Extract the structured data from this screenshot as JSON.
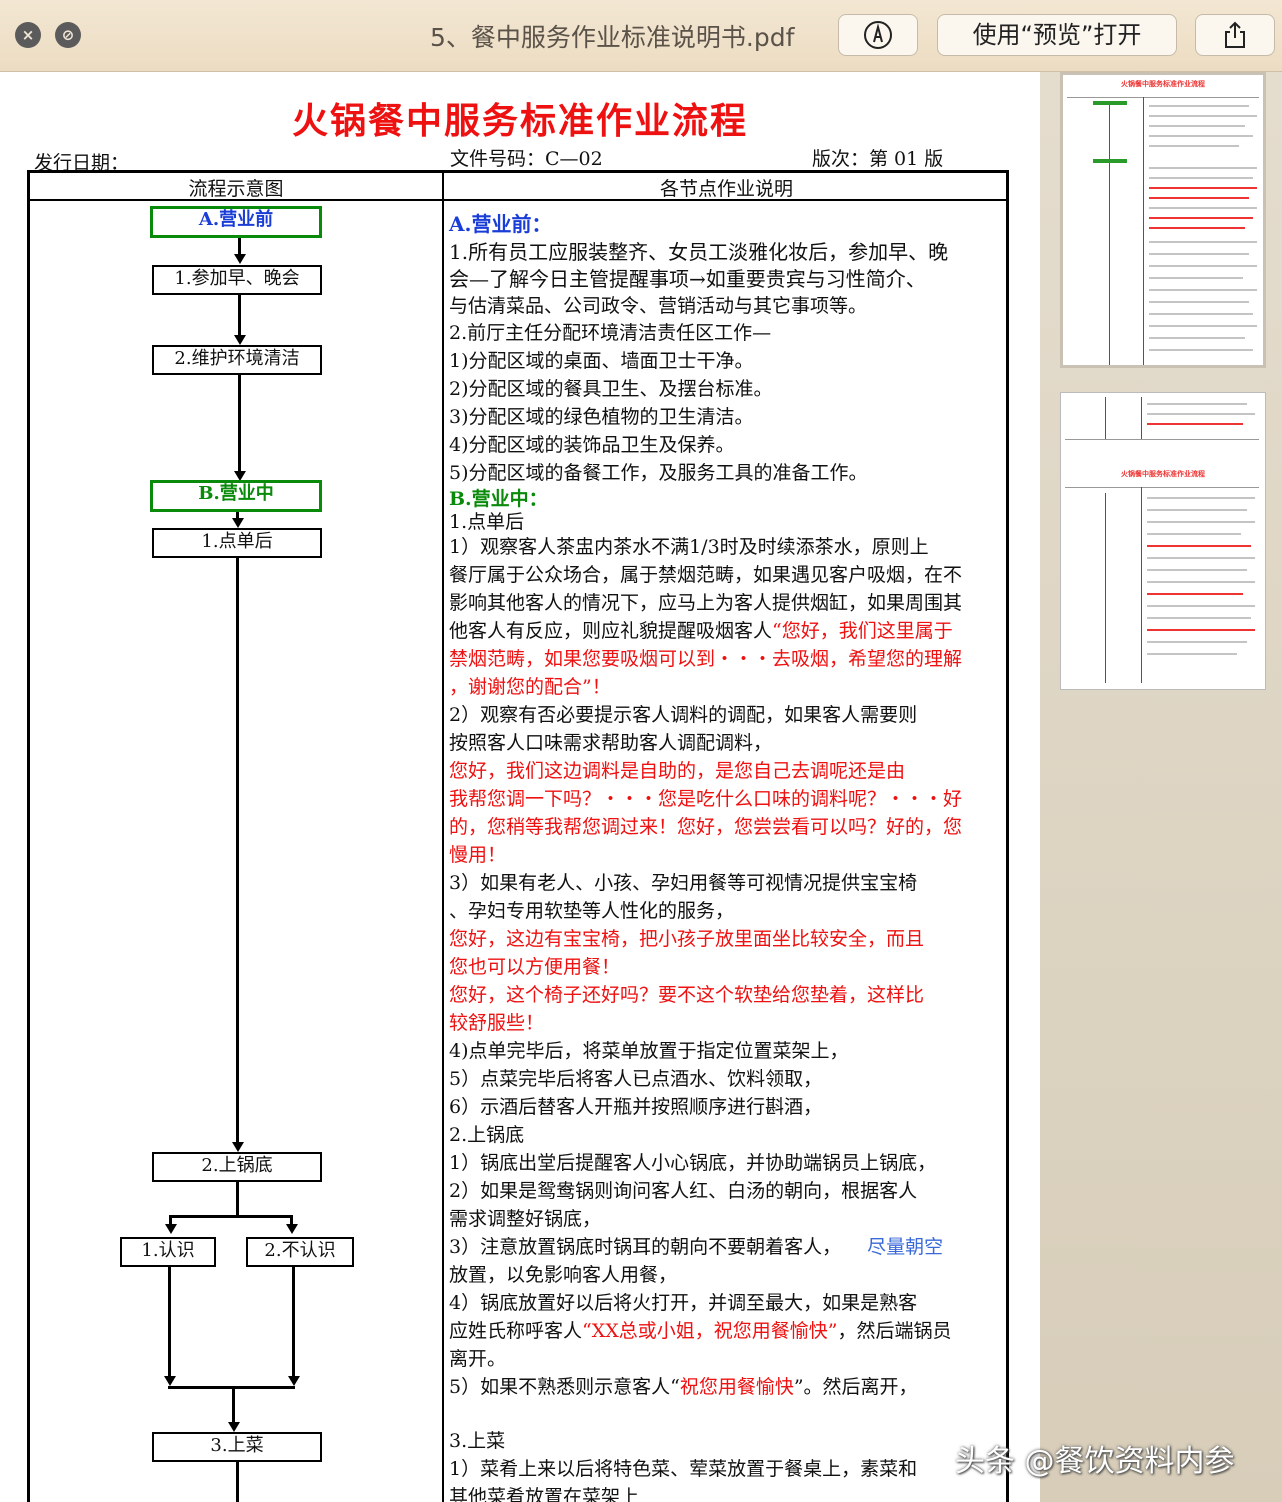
{
  "window": {
    "filename": "5、餐中服务作业标准说明书.pdf",
    "markup_icon": "markup-pen-icon",
    "open_preview_label": "使用“预览”打开",
    "share_icon": "share-icon"
  },
  "document": {
    "title": "火锅餐中服务标准作业流程",
    "issue_date_label": "发行日期：",
    "doc_number": "文件号码：C—02",
    "version": "版次：第 01 版",
    "col_flow": "流程示意图",
    "col_desc": "各节点作业说明"
  },
  "flow": {
    "sec_a": "A.营业前",
    "a1": "1.参加早、晚会",
    "a2": "2.维护环境清洁",
    "sec_b": "B.营业中",
    "b1": "1.点单后",
    "b2": "2.上锅底",
    "b2_yes": "1.认识",
    "b2_no": "2.不认识",
    "b3": "3.上菜"
  },
  "desc": {
    "l01": "A.营业前：",
    "l02": " 1.所有员工应服装整齐、女员工淡雅化妆后，参加早、晚",
    "l03": "   会—了解今日主管提醒事项→如重要贵宾与习性简介、",
    "l04": "   与估清菜品、公司政令、营销活动与其它事项等。",
    "l05": " 2.前厅主任分配环境清洁责任区工作—",
    "l06": "   1)分配区域的桌面、墙面卫士干净。",
    "l07": "   2)分配区域的餐具卫生、及摆台标准。",
    "l08": "   3)分配区域的绿色植物的卫生清洁。",
    "l09": "   4)分配区域的装饰品卫生及保养。",
    "l10": "   5)分配区域的备餐工作，及服务工具的准备工作。",
    "l11": "B.营业中：",
    "l12": "1.点单后",
    "l13": "   1）观察客人茶盅内茶水不满1/3时及时续添茶水，原则上",
    "l14": "餐厅属于公众场合，属于禁烟范畴，如果遇见客户吸烟，在不",
    "l15": "影响其他客人的情况下，应马上为客人提供烟缸，如果周围其",
    "l16a": "他客人有反应，则应礼貌提醒吸烟客人",
    "l16b": "“您好，我们这里属于",
    "l17": "禁烟范畴，如果您要吸烟可以到・・・去吸烟，希望您的理解",
    "l18": "，谢谢您的配合”！",
    "l19": "   2）观察有否必要提示客人调料的调配，如果客人需要则",
    "l20": "按照客人口味需求帮助客人调配调料，",
    "l21": "    您好，我们这边调料是自助的，是您自己去调呢还是由",
    "l22": "我帮您调一下吗？・・・您是吃什么口味的调料呢？・・・好",
    "l23": "的，您稍等我帮您调过来！您好，您尝尝看可以吗？好的，您",
    "l24": "慢用！",
    "l25": "   3）如果有老人、小孩、孕妇用餐等可视情况提供宝宝椅",
    "l26": "、孕妇专用软垫等人性化的服务，",
    "l27": "    您好，这边有宝宝椅，把小孩子放里面坐比较安全，而且",
    "l28": "您也可以方便用餐！",
    "l29": "    您好，这个椅子还好吗？要不这个软垫给您垫着，这样比",
    "l30": "较舒服些！",
    "l31": "   4)点单完毕后，将菜单放置于指定位置菜架上，",
    "l32": "   5）点菜完毕后将客人已点酒水、饮料领取，",
    "l33": "   6）示酒后替客人开瓶并按照顺序进行斟酒，",
    "l34": "2.上锅底",
    "l35": "   1）锅底出堂后提醒客人小心锅底，并协助端锅员上锅底，",
    "l36": "   2）如果是鸳鸯锅则询问客人红、白汤的朝向，根据客人",
    "l37": "需求调整好锅底，",
    "l38a": "   3）注意放置锅底时锅耳的朝向不要朝着客人，",
    "l38b": "尽量朝空",
    "l39": "放置，以免影响客人用餐，",
    "l40": "   4）锅底放置好以后将火打开，并调至最大，如果是熟客",
    "l41a": "应姓氏称呼客人",
    "l41b": "“XX总或小姐，祝您用餐愉快”",
    "l41c": "，然后端锅员",
    "l42": "离开。",
    "l43a": "   5）如果不熟悉则示意客人“",
    "l43b": "祝您用餐愉快",
    "l43c": "”。然后离开，",
    "l44": "3.上菜",
    "l45": "   1）菜肴上来以后将特色菜、荤菜放置于餐桌上，素菜和",
    "l46": "其他菜肴放置在菜架上"
  },
  "sidebar": {
    "thumb1_title": "火锅餐中服务标准作业流程",
    "thumb2_title": "火锅餐中服务标准作业流程"
  },
  "watermark": "头条 @餐饮资料内参"
}
